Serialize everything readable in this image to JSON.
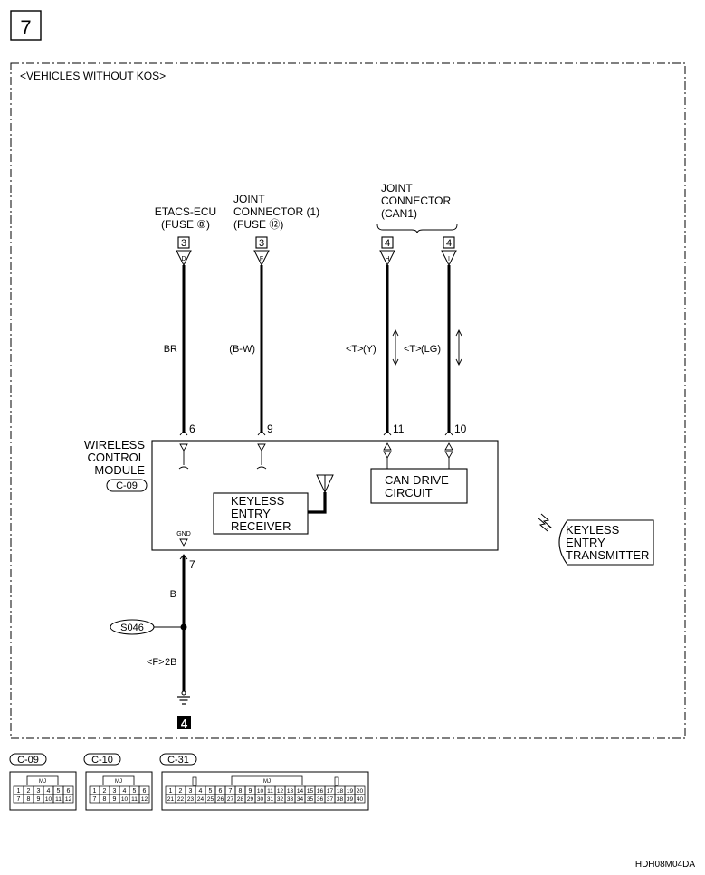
{
  "page": {
    "page_number": "7",
    "variant_label": "<VEHICLES WITHOUT KOS>",
    "figure_code": "HDH08M04DA"
  },
  "sources": [
    {
      "line1": "ETACS-ECU",
      "line2": "(FUSE ⑧)",
      "line3": "",
      "connector": "3",
      "pin": "D",
      "wire": "BR",
      "tag": "",
      "module_pin": "6"
    },
    {
      "line1": "JOINT",
      "line2": "CONNECTOR (1)",
      "line3": "(FUSE ⑫)",
      "connector": "3",
      "pin": "F",
      "wire": "(B-W)",
      "tag": "",
      "module_pin": "9"
    },
    {
      "line1": "JOINT",
      "line2": "CONNECTOR",
      "line3": "(CAN1)",
      "connector": "4",
      "pin": "H",
      "wire": "(Y)",
      "tag": "<T>",
      "module_pin": "11"
    },
    {
      "line1": "",
      "line2": "",
      "line3": "",
      "connector": "4",
      "pin": "I",
      "wire": "(LG)",
      "tag": "<T>",
      "module_pin": "10"
    }
  ],
  "module": {
    "name_lines": [
      "WIRELESS",
      "CONTROL",
      "MODULE"
    ],
    "connector_label": "C-09",
    "receiver_lines": [
      "KEYLESS",
      "ENTRY",
      "RECEIVER"
    ],
    "can_lines": [
      "CAN DRIVE",
      "CIRCUIT"
    ],
    "gnd_label": "GND",
    "gnd_pin": "7"
  },
  "ground": {
    "wire_upper": "B",
    "splice": "S046",
    "wire_lower_tag": "<F>",
    "wire_lower": "2B",
    "ground_number": "4"
  },
  "transmitter": {
    "lines": [
      "KEYLESS",
      "ENTRY",
      "TRANSMITTER"
    ]
  },
  "connectors": [
    {
      "label": "C-09",
      "mj": "MJ",
      "row1": [
        "1",
        "2",
        "3",
        "4",
        "5",
        "6"
      ],
      "row2": [
        "7",
        "8",
        "9",
        "10",
        "11",
        "12"
      ]
    },
    {
      "label": "C-10",
      "mj": "MJ",
      "row1": [
        "1",
        "2",
        "3",
        "4",
        "5",
        "6"
      ],
      "row2": [
        "7",
        "8",
        "9",
        "10",
        "11",
        "12"
      ]
    },
    {
      "label": "C-31",
      "mj": "MJ",
      "row1": [
        "1",
        "2",
        "3",
        "4",
        "5",
        "6",
        "7",
        "8",
        "9",
        "10",
        "11",
        "12",
        "13",
        "14",
        "15",
        "16",
        "17",
        "18",
        "19",
        "20"
      ],
      "row2": [
        "21",
        "22",
        "23",
        "24",
        "25",
        "26",
        "27",
        "28",
        "29",
        "30",
        "31",
        "32",
        "33",
        "34",
        "35",
        "36",
        "37",
        "38",
        "39",
        "40"
      ]
    }
  ]
}
